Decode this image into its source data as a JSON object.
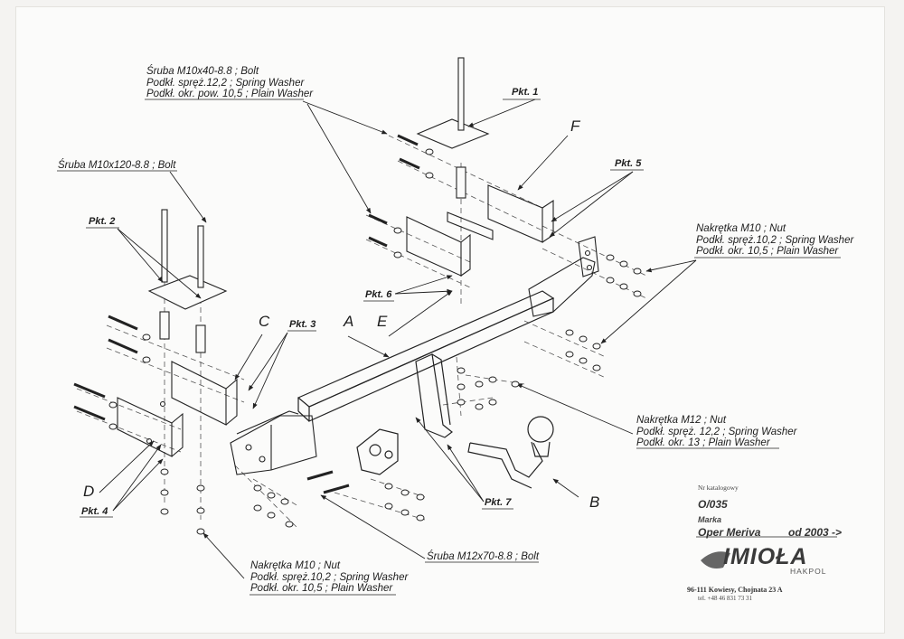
{
  "labels": {
    "bolt_m10x40": [
      "Śruba M10x40-8.8 ;  Bolt",
      "Podkł. spręż.12,2 ; Spring Washer",
      "Podkł. okr. pow. 10,5 ; Plain Washer"
    ],
    "bolt_m10x120": "Śruba M10x120-8.8 ;  Bolt",
    "nut_m10_right": [
      "Nakrętka  M10 ; Nut",
      "Podkł. spręż.10,2 ; Spring Washer",
      "Podkł. okr. 10,5 ; Plain Washer"
    ],
    "nut_m12": [
      "Nakrętka  M12 ; Nut",
      "Podkł. spręż. 12,2 ; Spring Washer",
      "Podkł. okr. 13 ; Plain Washer"
    ],
    "nut_m10_bottom": [
      "Nakrętka  M10 ; Nut",
      "Podkł. spręż.10,2 ; Spring Washer",
      "Podkł. okr. 10,5 ; Plain Washer"
    ],
    "bolt_m12x70": "Śruba M12x70-8.8 ;  Bolt"
  },
  "letters": {
    "a": "A",
    "b": "B",
    "c": "C",
    "d": "D",
    "e": "E",
    "f": "F"
  },
  "points": {
    "p1": "Pkt. 1",
    "p2": "Pkt. 2",
    "p3": "Pkt. 3",
    "p4": "Pkt. 4",
    "p5": "Pkt. 5",
    "p6": "Pkt. 6",
    "p7": "Pkt. 7"
  },
  "catalog": {
    "number_label": "Nr katalogowy",
    "number": "O/035",
    "brand_label": "Marka",
    "vehicle": "Oper Meriva",
    "year": "od 2003 ->"
  },
  "company": {
    "logo": "IMIOŁA",
    "sub": "HAKPOL",
    "address": "96-111 Kowiesy, Chojnata 23 A",
    "phone": "tel. +48 46 831 73 31"
  }
}
